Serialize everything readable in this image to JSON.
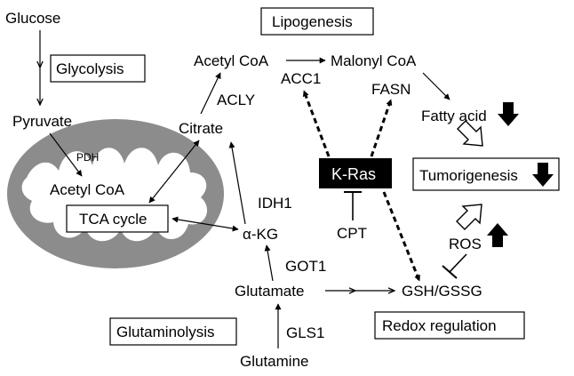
{
  "colors": {
    "mitochondrion": "#8c8c8c",
    "krasBox": "#000000",
    "krasText": "#ffffff",
    "line": "#000000",
    "background": "#ffffff"
  },
  "labels": {
    "glucose": "Glucose",
    "glycolysis": "Glycolysis",
    "pyruvate": "Pyruvate",
    "pdh": "PDH",
    "acetylCoaMito": "Acetyl CoA",
    "tcaCycle": "TCA cycle",
    "citrate": "Citrate",
    "acly": "ACLY",
    "acetylCoa": "Acetyl CoA",
    "lipogenesis": "Lipogenesis",
    "acc1": "ACC1",
    "malonylCoa": "Malonyl CoA",
    "fasn": "FASN",
    "fattyAcid": "Fatty acid",
    "kras": "K-Ras",
    "cpt": "CPT",
    "tumorigenesis": "Tumorigenesis",
    "ros": "ROS",
    "idh1": "IDH1",
    "akg": "α-KG",
    "got1": "GOT1",
    "glutamate": "Glutamate",
    "gshGssg": "GSH/GSSG",
    "glutaminolysis": "Glutaminolysis",
    "redoxRegulation": "Redox regulation",
    "gls1": "GLS1",
    "glutamine": "Glutamine"
  },
  "indicators": {
    "fattyAcid": "down-arrow-icon",
    "tumorigenesis": "down-arrow-icon",
    "ros": "up-arrow-icon"
  }
}
